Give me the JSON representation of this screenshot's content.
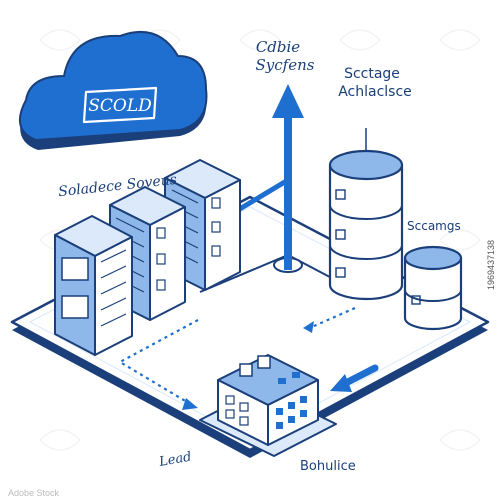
{
  "colors": {
    "navy": "#1a3f7a",
    "blue": "#1f6fd1",
    "light_blue": "#dbe9fb",
    "mid_blue": "#8fb8ea",
    "platform": "#ffffff",
    "watermark": "#eef1f5"
  },
  "cloud": {
    "badge": "SCOLD",
    "caption": "Soladece Soveus"
  },
  "labels": {
    "cloud_systems_line1": "Cdbie",
    "cloud_systems_line2": "Sycfens",
    "storage_line1": "Scctage",
    "storage_line2": "Achlaclsce",
    "scaling": "Sccamgs",
    "lead": "Lead",
    "building": "Bohulice"
  },
  "stock": {
    "id": "1969437138",
    "brand": "Adobe Stock"
  }
}
